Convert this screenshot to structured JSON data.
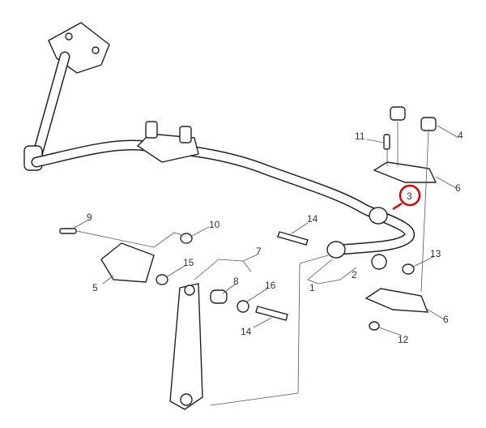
{
  "diagram": {
    "title": "Stabilizer bar exploded parts diagram",
    "highlight_color": "#e00000",
    "callouts": [
      {
        "id": "c9",
        "label": "9"
      },
      {
        "id": "c10",
        "label": "10"
      },
      {
        "id": "c5",
        "label": "5"
      },
      {
        "id": "c15",
        "label": "15"
      },
      {
        "id": "c7",
        "label": "7"
      },
      {
        "id": "c8",
        "label": "8"
      },
      {
        "id": "c16",
        "label": "16"
      },
      {
        "id": "c14a",
        "label": "14"
      },
      {
        "id": "c14b",
        "label": "14"
      },
      {
        "id": "c1",
        "label": "1"
      },
      {
        "id": "c2",
        "label": "2"
      },
      {
        "id": "c13",
        "label": "13"
      },
      {
        "id": "c6a",
        "label": "6"
      },
      {
        "id": "c6b",
        "label": "6"
      },
      {
        "id": "c12",
        "label": "12"
      },
      {
        "id": "c3",
        "label": "3"
      },
      {
        "id": "c11",
        "label": "11"
      },
      {
        "id": "c4",
        "label": "4"
      }
    ]
  }
}
